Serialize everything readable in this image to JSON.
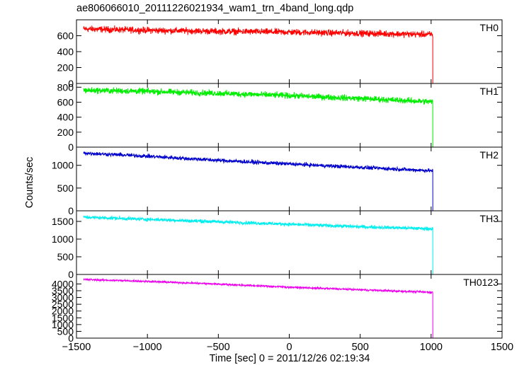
{
  "title": "ae806066010_20111226021934_wam1_trn_4band_long.qdp",
  "xlabel": "Time [sec] 0 = 2011/12/26 02:19:34",
  "ylabel": "Counts/sec",
  "chart_data": {
    "type": "line",
    "x_range": [
      -1500,
      1500
    ],
    "x_ticks": [
      -1500,
      -1000,
      -500,
      0,
      500,
      1000,
      1500
    ],
    "x_tick_labels": [
      "−1500",
      "−1000",
      "−500",
      "0",
      "500",
      "1000",
      "1500"
    ],
    "data_end_x": 1012,
    "data_start_x": -1450,
    "tail_end_x": 1430,
    "panels": [
      {
        "name": "TH0",
        "color": "#ff0000",
        "ylim": [
          0,
          800
        ],
        "y_ticks": [
          0,
          200,
          400,
          600
        ],
        "tail_value": 0,
        "trend": [
          [
            -1450,
            685
          ],
          [
            -1000,
            668
          ],
          [
            -500,
            655
          ],
          [
            0,
            645
          ],
          [
            500,
            630
          ],
          [
            1012,
            615
          ]
        ],
        "noise": 28
      },
      {
        "name": "TH1",
        "color": "#00ee00",
        "ylim": [
          0,
          850
        ],
        "y_ticks": [
          0,
          200,
          400,
          600,
          800
        ],
        "tail_value": 0,
        "trend": [
          [
            -1450,
            760
          ],
          [
            -1000,
            745
          ],
          [
            -500,
            718
          ],
          [
            0,
            688
          ],
          [
            500,
            650
          ],
          [
            1012,
            605
          ]
        ],
        "noise": 28
      },
      {
        "name": "TH2",
        "color": "#0000cc",
        "ylim": [
          0,
          1400
        ],
        "y_ticks": [
          0,
          500,
          1000
        ],
        "tail_value": 0,
        "trend": [
          [
            -1450,
            1270
          ],
          [
            -1000,
            1200
          ],
          [
            -500,
            1110
          ],
          [
            0,
            1030
          ],
          [
            500,
            955
          ],
          [
            1012,
            880
          ]
        ],
        "noise": 30
      },
      {
        "name": "TH3",
        "color": "#00eeee",
        "ylim": [
          0,
          1800
        ],
        "y_ticks": [
          0,
          500,
          1000,
          1500
        ],
        "tail_value": 0,
        "trend": [
          [
            -1450,
            1620
          ],
          [
            -1000,
            1560
          ],
          [
            -500,
            1490
          ],
          [
            0,
            1420
          ],
          [
            500,
            1350
          ],
          [
            1012,
            1290
          ]
        ],
        "noise": 35
      },
      {
        "name": "TH0123",
        "color": "#ee00ee",
        "ylim": [
          0,
          4700
        ],
        "y_ticks": [
          0,
          500,
          1000,
          1500,
          2000,
          2500,
          3000,
          3500,
          4000
        ],
        "tail_value": 0,
        "trend": [
          [
            -1450,
            4330
          ],
          [
            -1000,
            4190
          ],
          [
            -500,
            3990
          ],
          [
            0,
            3760
          ],
          [
            500,
            3570
          ],
          [
            1012,
            3380
          ]
        ],
        "noise": 50
      }
    ]
  }
}
